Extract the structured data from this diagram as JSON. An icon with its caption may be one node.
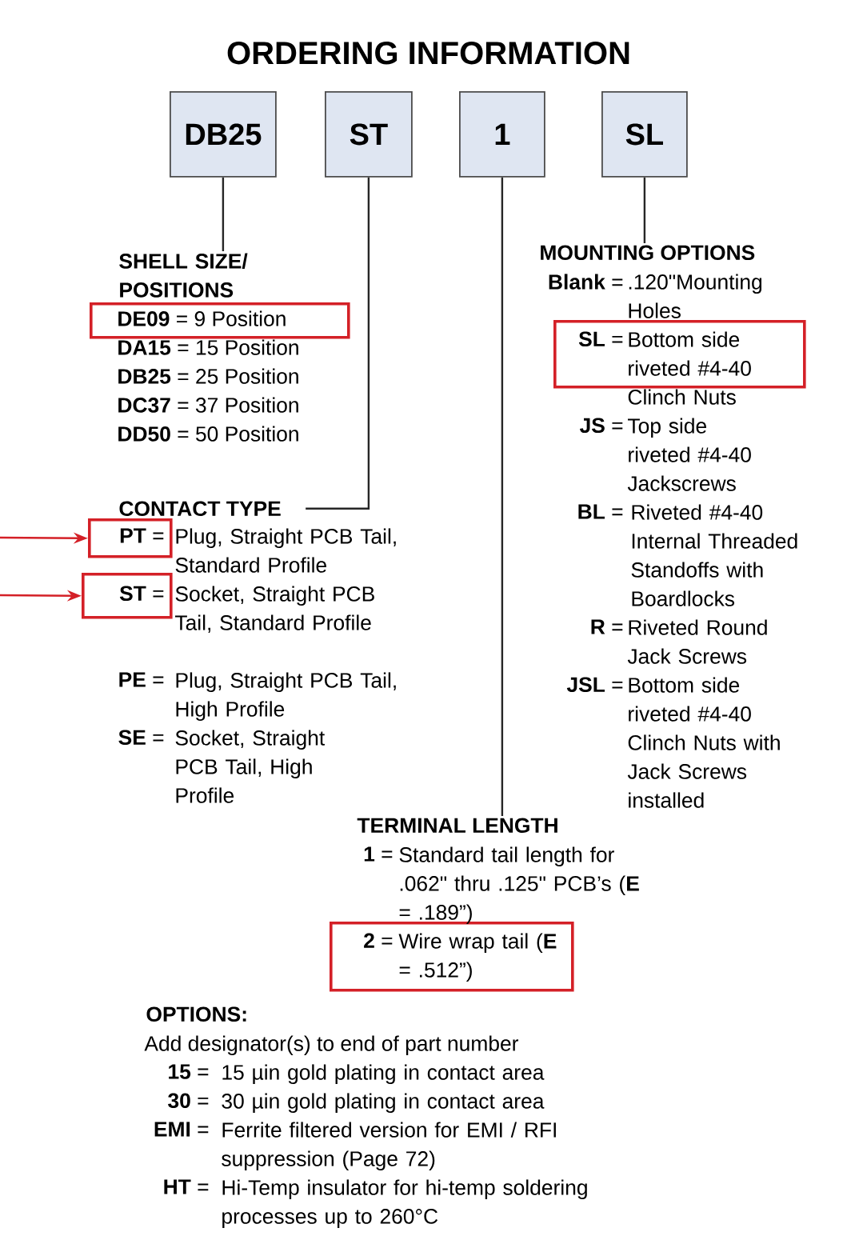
{
  "diagram": {
    "title": "ORDERING INFORMATION",
    "nodes": [
      {
        "text": [
          "DB25"
        ]
      },
      {
        "text": [
          "ST"
        ]
      },
      {
        "text": [
          "1"
        ]
      },
      {
        "text": [
          "SL"
        ]
      },
      {
        "text": [
          "SHELL SIZE/ POSITIONS"
        ]
      },
      {
        "text": [
          "CONTACT TYPE"
        ]
      },
      {
        "text": [
          "TERMINAL LENGTH"
        ]
      },
      {
        "text": [
          "MOUNTING OPTIONS"
        ]
      },
      {
        "text": [
          "**DE09** = 9 Position"
        ]
      },
      {
        "text": [
          "**PT** ="
        ],
        "beside": [
          "Plug, Straight PCB Tail, Standard Profile"
        ]
      },
      {
        "text": [
          "**ST** ="
        ],
        "beside": [
          "Socket, Straight PCB Tail, Standard Profile"
        ]
      },
      {
        "text": [
          "**SL** =",
          "Bottom side riveted #4-40"
        ],
        "beside": [
          "Clinch Nuts"
        ]
      },
      {
        "text": [
          "**2** =",
          "Wire wrap tail (**E** = .512”)"
        ]
      }
    ],
    "edges": [
      {
        "from": 0,
        "to": 4,
        "arrow": "none"
      },
      {
        "from": 1,
        "to": 5,
        "arrow": "none"
      },
      {
        "from": 2,
        "to": 6,
        "arrow": "none"
      },
      {
        "from": 3,
        "to": 7,
        "arrow": "none"
      },
      {
        "from": null,
        "to": 9,
        "arrow": "to",
        "color": "#d42027"
      },
      {
        "from": null,
        "to": 10,
        "arrow": "to",
        "color": "#d42027"
      }
    ],
    "labels": [
      "**DA15** = 15 Position",
      "**DB25** = 25 Position",
      "**DC37** = 37 Position",
      "**DD50** = 50 Position",
      "**PE** =",
      "Plug, Straight PCB Tail, High Profile",
      "**SE** =",
      "Socket, Straight PCB Tail, High Profile",
      "**Blank** =",
      ".120\"Mounting Holes",
      "**JS** =",
      "Top side riveted #4-40 Jackscrews",
      "**BL** =",
      "Riveted #4-40 Internal Threaded Standoffs with Boardlocks",
      "**R** =",
      "Riveted Round Jack Screws",
      "**JSL** =",
      "Bottom side riveted #4-40 Clinch Nuts with Jack Screws installed",
      "**1** =",
      "Standard tail length for .062\" thru .125\" PCB’s (**E** = .189”)",
      "OPTIONS:",
      "Add designator(s) to end of part number",
      "**15** =",
      "15 µin gold plating in contact area",
      "**30** =",
      "30 µin gold plating in contact area",
      "**EMI** =",
      "Ferrite filtered version for EMI / RFI suppression (Page 72)",
      "**HT** =",
      "Hi-Temp insulator for hi-temp soldering processes up to 260°C"
    ]
  }
}
